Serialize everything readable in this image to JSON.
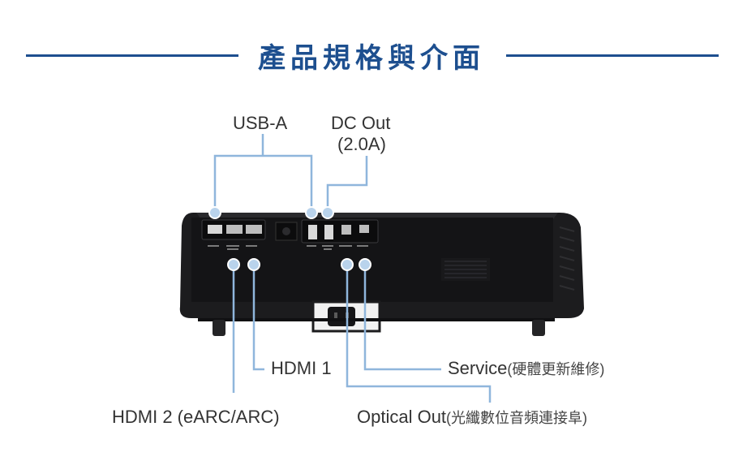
{
  "header": {
    "title": "產品規格與介面"
  },
  "labels": {
    "usb_a": "USB-A",
    "dc_out_line1": "DC Out",
    "dc_out_line2": "(2.0A)",
    "hdmi1": "HDMI 1",
    "hdmi2": "HDMI 2 (eARC/ARC)",
    "service_main": "Service",
    "service_sub": "(硬體更新維修)",
    "optical_main": "Optical Out",
    "optical_sub": "(光纖數位音頻連接阜)"
  },
  "colors": {
    "accent": "#1d4f8f",
    "callout": "#8fb6dc",
    "device": "#1c1c1e"
  }
}
